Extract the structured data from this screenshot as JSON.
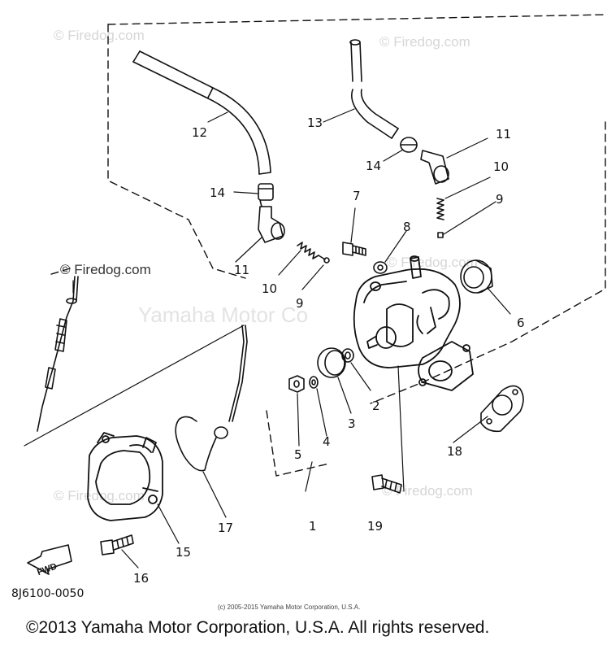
{
  "watermarks": {
    "firedog_1": "© Firedog.com",
    "firedog_2": "© Firedog.com",
    "firedog_3": "© Firedog.com",
    "firedog_4": "© Firedog.com",
    "firedog_5": "© Firedog.com",
    "firedog_6": "© Firedog.com",
    "yamaha": "Yamaha Motor Co"
  },
  "labels": {
    "l12": "12",
    "l13": "13",
    "l14a": "14",
    "l14b": "14",
    "l11a": "11",
    "l11b": "11",
    "l10a": "10",
    "l10b": "10",
    "l9a": "9",
    "l9b": "9",
    "l7": "7",
    "l8": "8",
    "l6": "6",
    "l2": "2",
    "l3": "3",
    "l4": "4",
    "l5": "5",
    "l1": "1",
    "l18": "18",
    "l19": "19",
    "l17": "17",
    "l15": "15",
    "l16": "16"
  },
  "fwd_label": "FWD",
  "part_code": "8J6100-0050",
  "fineprint": "(c) 2005-2015 Yamaha Motor Corporation, U.S.A.",
  "copyright": "©2013 Yamaha Motor Corporation, U.S.A. All rights reserved."
}
